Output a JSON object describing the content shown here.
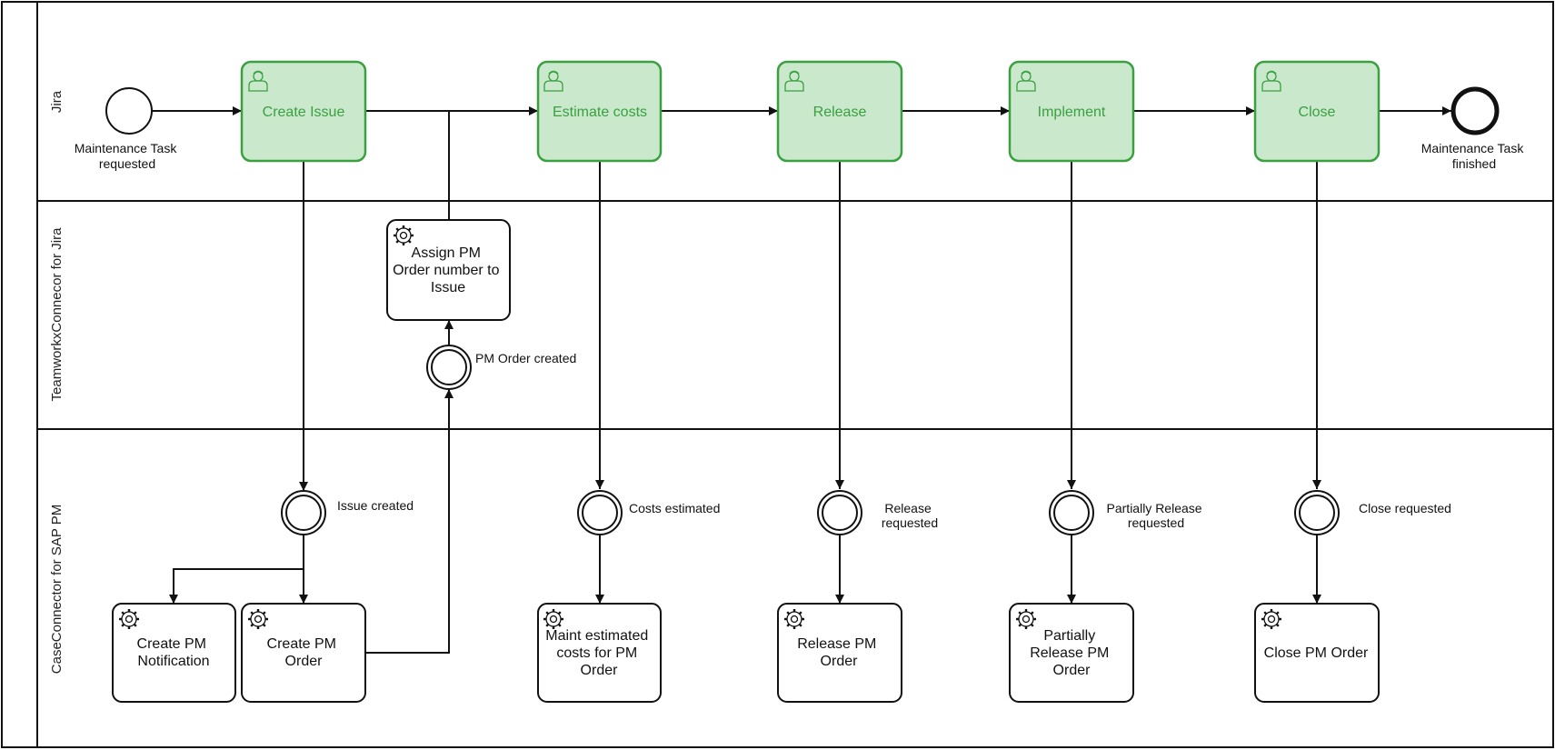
{
  "lanes": [
    {
      "id": "jira",
      "label": "Jira"
    },
    {
      "id": "connector-jira",
      "label": "TeamworkxConnecor for Jira"
    },
    {
      "id": "sap",
      "label": "CaseConnector for SAP PM"
    }
  ],
  "user_tasks": [
    {
      "id": "create-issue",
      "label": "Create Issue"
    },
    {
      "id": "estimate-costs",
      "label": "Estimate costs"
    },
    {
      "id": "release",
      "label": "Release"
    },
    {
      "id": "implement",
      "label": "Implement"
    },
    {
      "id": "close",
      "label": "Close"
    }
  ],
  "service_tasks": [
    {
      "id": "assign-pm-order",
      "label_lines": [
        "Assign PM",
        "Order number to",
        "Issue"
      ]
    },
    {
      "id": "create-pm-notification",
      "label_lines": [
        "Create PM",
        "Notification"
      ]
    },
    {
      "id": "create-pm-order",
      "label_lines": [
        "Create PM",
        "Order"
      ]
    },
    {
      "id": "maint-estimated-costs",
      "label_lines": [
        "Maint estimated",
        "costs for PM",
        "Order"
      ]
    },
    {
      "id": "release-pm-order",
      "label_lines": [
        "Release PM",
        "Order"
      ]
    },
    {
      "id": "partially-release-pm-order",
      "label_lines": [
        "Partially",
        "Release PM",
        "Order"
      ]
    },
    {
      "id": "close-pm-order",
      "label_lines": [
        "Close PM Order"
      ]
    }
  ],
  "events": {
    "start": {
      "label_lines": [
        "Maintenance Task",
        "requested"
      ]
    },
    "end": {
      "label_lines": [
        "Maintenance Task",
        "finished"
      ]
    },
    "pm_order_created": {
      "label_lines": [
        "PM Order created"
      ]
    },
    "issue_created": {
      "label_lines": [
        "Issue created"
      ]
    },
    "costs_estimated": {
      "label_lines": [
        "Costs estimated"
      ]
    },
    "release_requested": {
      "label_lines": [
        "Release",
        "requested"
      ]
    },
    "partially_release_requested": {
      "label_lines": [
        "Partially Release",
        "requested"
      ]
    },
    "close_requested": {
      "label_lines": [
        "Close requested"
      ]
    }
  },
  "colors": {
    "user_task_fill": "#c9e8cc",
    "user_task_stroke": "#3aa040",
    "user_task_text": "#3aa040",
    "stroke": "#111111"
  },
  "icons": {
    "user_task": "user-icon",
    "service_task": "gear-icon"
  }
}
